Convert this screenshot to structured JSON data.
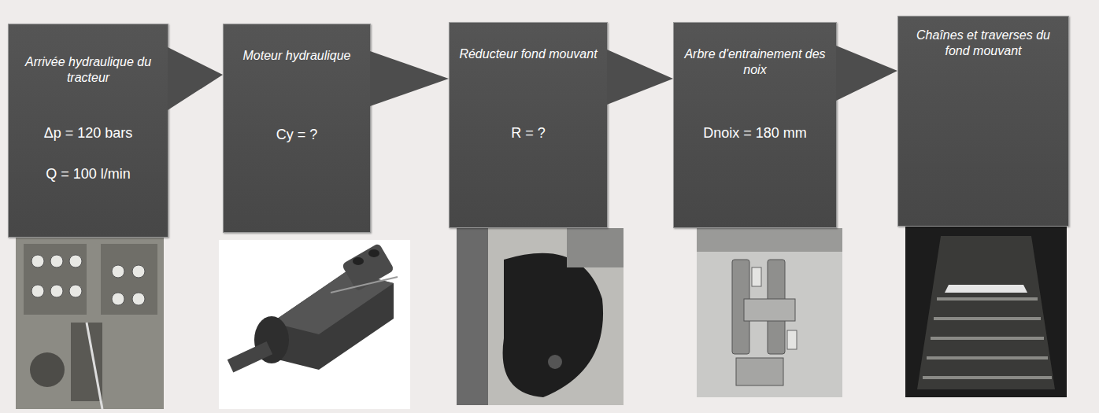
{
  "diagram": {
    "nodes": [
      {
        "text": [
          "Arrivée hydraulique du tracteur",
          "Δp = 120 bars",
          "Q = 100 l/min"
        ]
      },
      {
        "text": [
          "Moteur hydraulique",
          "Cy = ?"
        ]
      },
      {
        "text": [
          "Réducteur fond mouvant",
          "R = ?"
        ]
      },
      {
        "text": [
          "Arbre d'entrainement des noix",
          "Dnoix = 180 mm"
        ]
      },
      {
        "text": [
          "Chaînes et traverses du fond mouvant"
        ]
      }
    ],
    "edges": [
      {
        "from": 0,
        "to": 1,
        "arrow": "to"
      },
      {
        "from": 1,
        "to": 2,
        "arrow": "to"
      },
      {
        "from": 2,
        "to": 3,
        "arrow": "to"
      },
      {
        "from": 3,
        "to": 4,
        "arrow": "to"
      }
    ]
  }
}
